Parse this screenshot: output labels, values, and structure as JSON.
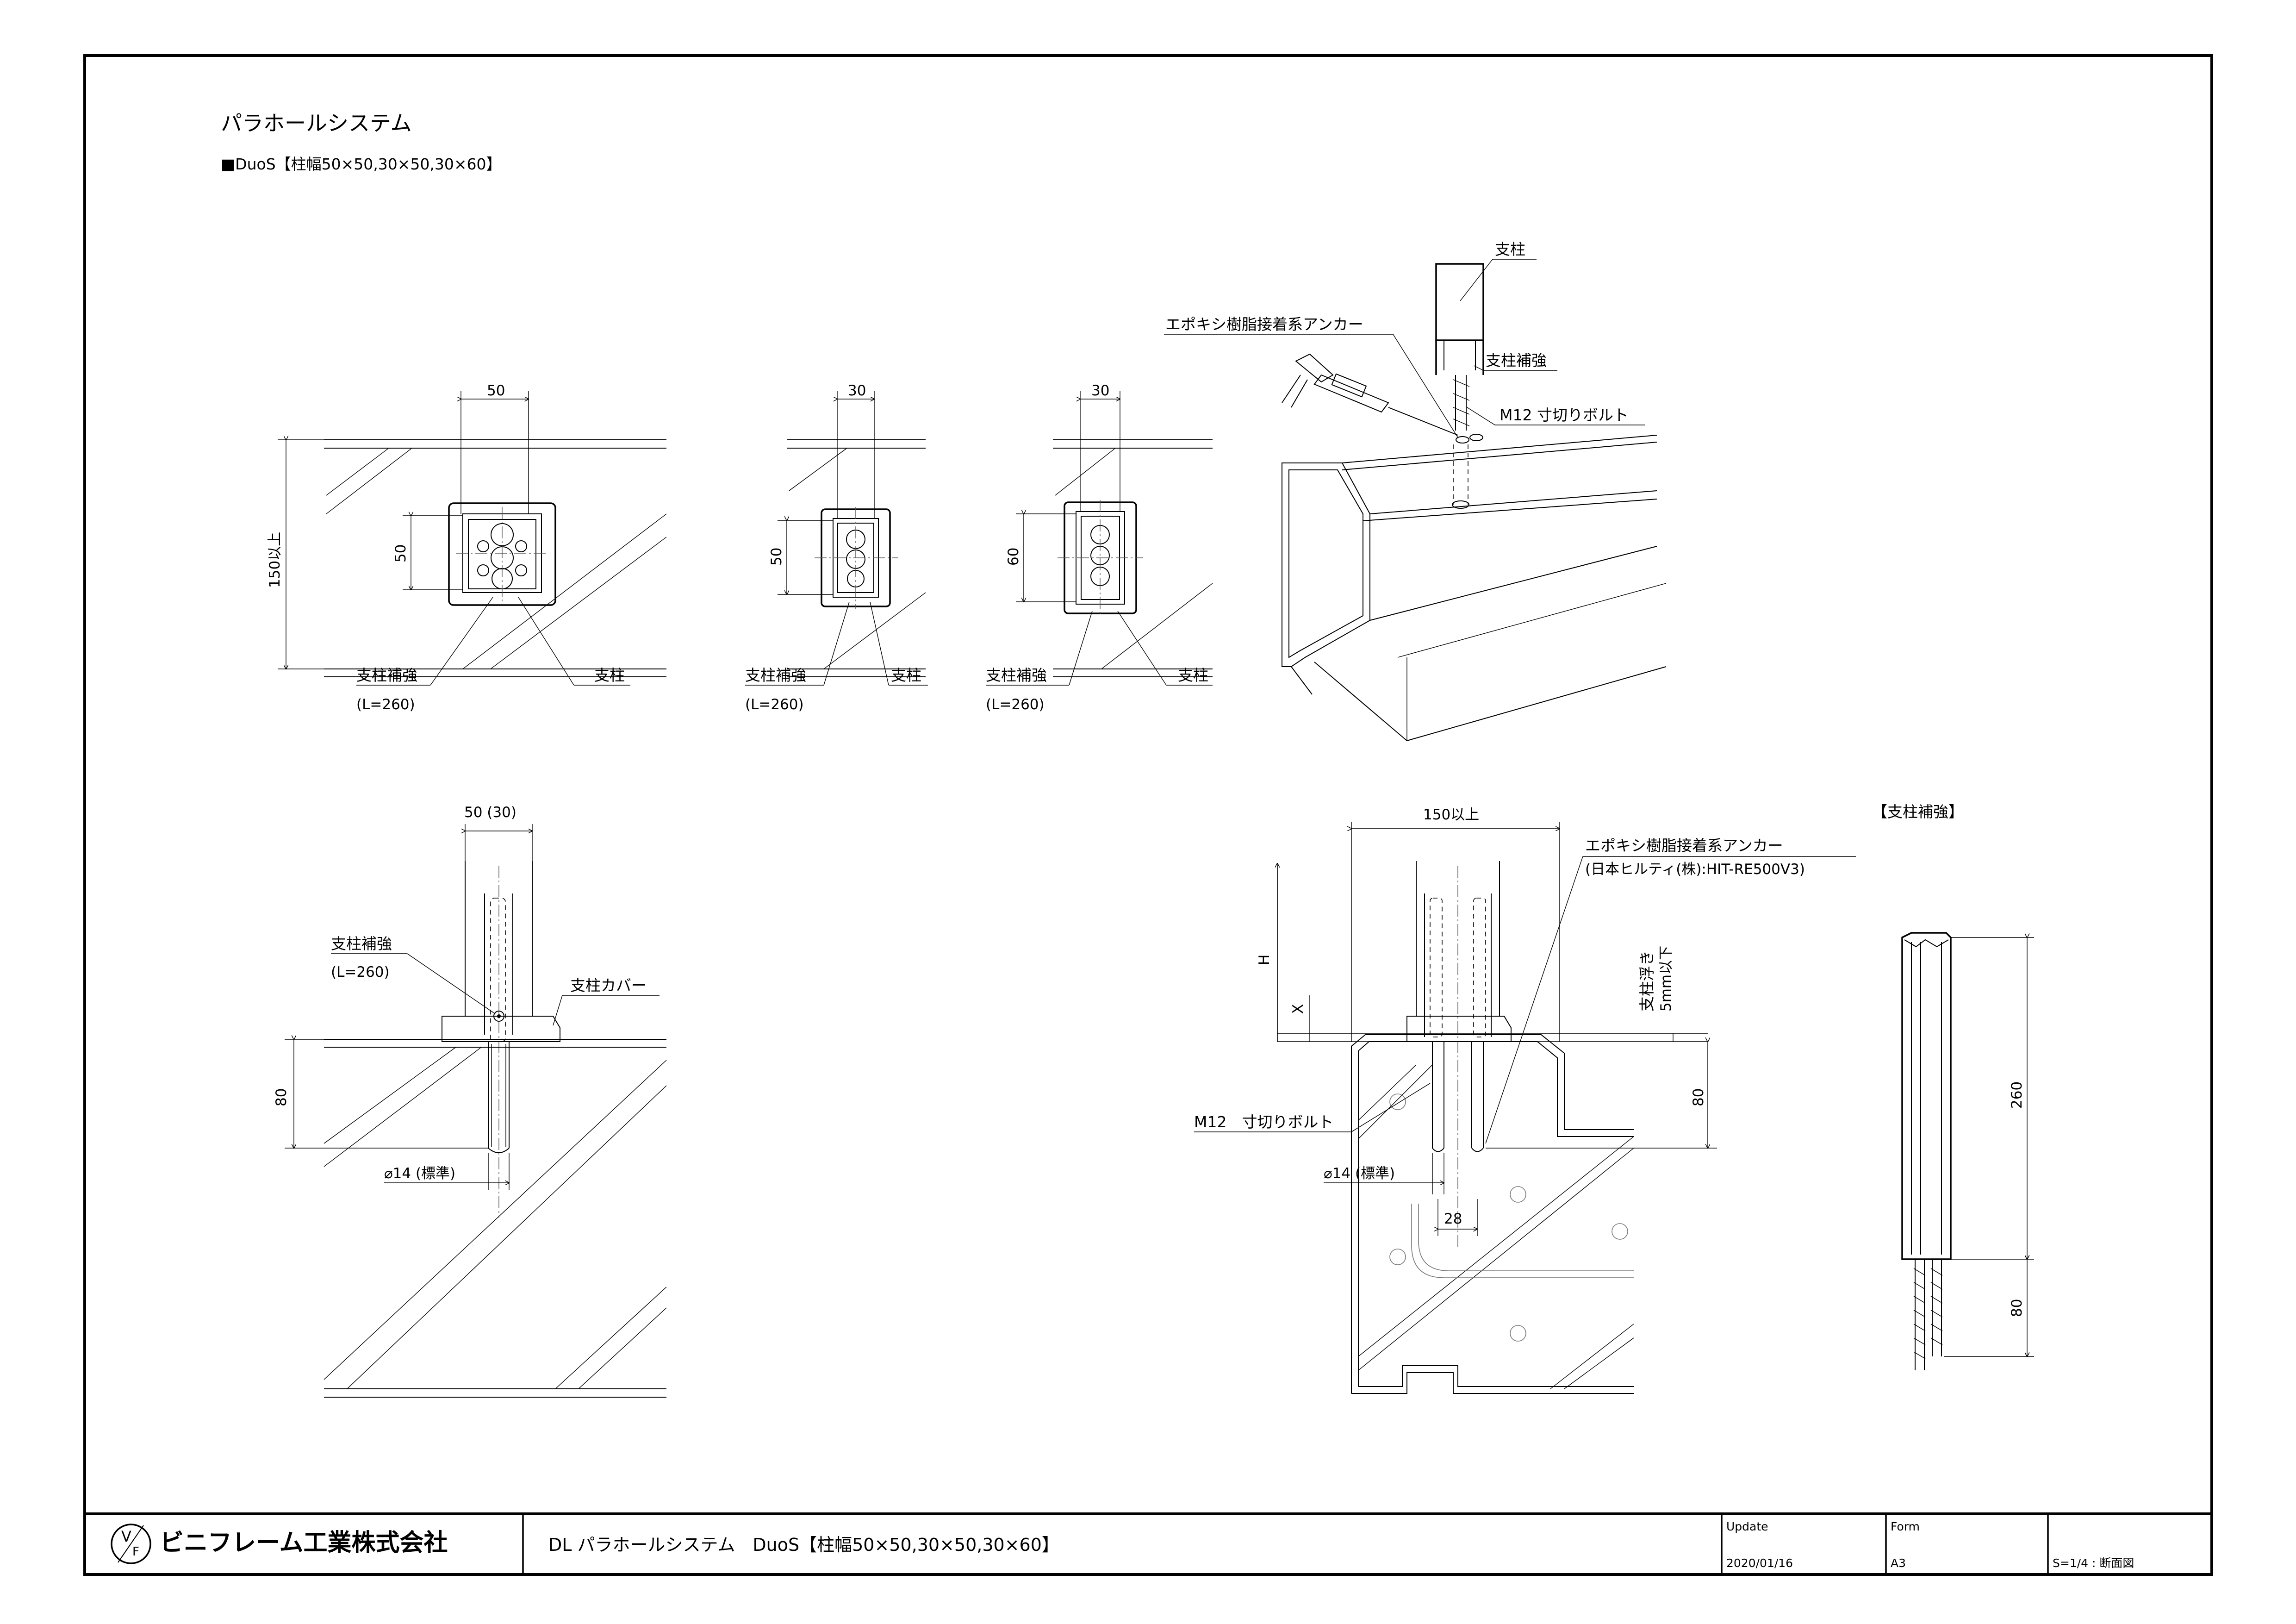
{
  "header": {
    "title": "パラホールシステム",
    "subtitle": "■DuoS【柱幅50×50,30×50,30×60】"
  },
  "plan_views": [
    {
      "width_dim": "50",
      "depth_dim": "50",
      "height_dim": "150以上",
      "label_reinforce": "支柱補強",
      "label_length": "(L=260)",
      "label_post": "支柱"
    },
    {
      "width_dim": "30",
      "depth_dim": "50",
      "label_reinforce": "支柱補強",
      "label_length": "(L=260)",
      "label_post": "支柱"
    },
    {
      "width_dim": "30",
      "depth_dim": "60",
      "label_reinforce": "支柱補強",
      "label_length": "(L=260)",
      "label_post": "支柱"
    }
  ],
  "isometric": {
    "label_post": "支柱",
    "label_anchor": "エポキシ樹脂接着系アンカー",
    "label_reinforce": "支柱補強",
    "label_bolt": "M12 寸切りボルト"
  },
  "section_left": {
    "width_dim": "50 (30)",
    "label_reinforce": "支柱補強",
    "label_length": "(L=260)",
    "label_cover": "支柱カバー",
    "depth_dim": "80",
    "hole_dim": "⌀14 (標準)"
  },
  "section_right": {
    "width_dim": "150以上",
    "label_anchor": "エポキシ樹脂接着系アンカー",
    "label_anchor_product": "(日本ヒルティ(株):HIT-RE500V3)",
    "h_label": "H",
    "x_label": "X",
    "float_label": "支柱浮き",
    "float_value": "5mm以下",
    "depth_dim": "80",
    "label_bolt": "M12　寸切りボルト",
    "hole_dim": "⌀14 (標準)",
    "spacing_dim": "28"
  },
  "reinforce_detail": {
    "title": "【支柱補強】",
    "length_dim": "260",
    "bolt_dim": "80"
  },
  "title_block": {
    "company": "ビニフレーム工業株式会社",
    "drawing_title": "DL パラホールシステム　DuoS【柱幅50×50,30×50,30×60】",
    "update_label": "Update",
    "update_value": "2020/01/16",
    "form_label": "Form",
    "form_value": "A3",
    "scale": "S=1/4 : 断面図"
  }
}
